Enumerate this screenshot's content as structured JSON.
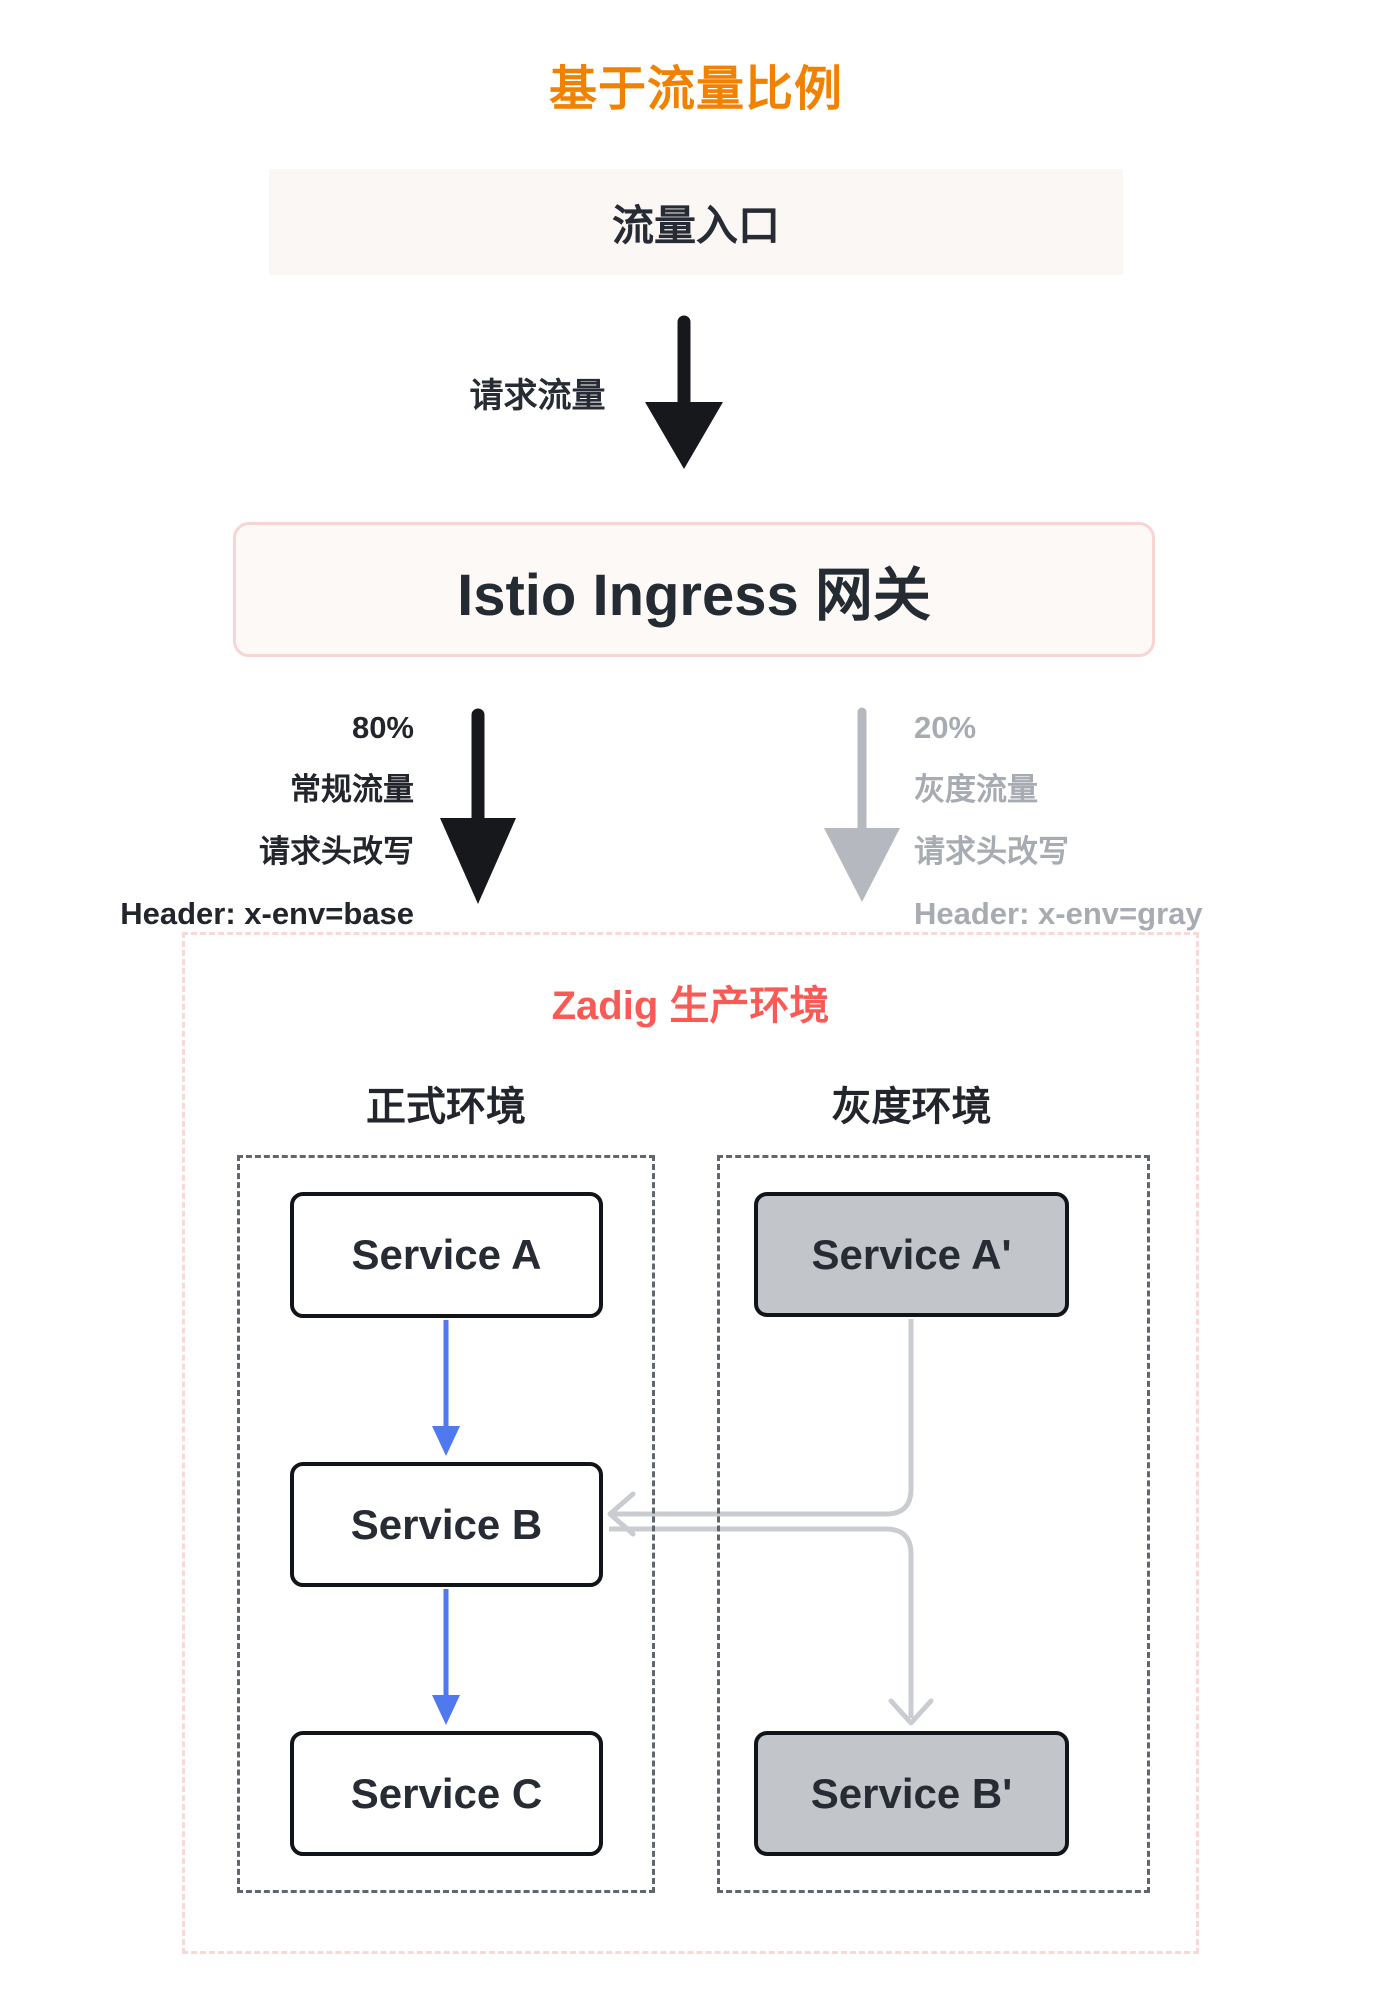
{
  "page": {
    "title": "基于流量比例"
  },
  "entry": {
    "label": "流量入口"
  },
  "flow": {
    "request_label": "请求流量"
  },
  "gateway": {
    "label": "Istio Ingress 网关"
  },
  "branches": {
    "base": {
      "percent": "80%",
      "traffic": "常规流量",
      "rewrite": "请求头改写",
      "header": "Header: x-env=base"
    },
    "gray": {
      "percent": "20%",
      "traffic": "灰度流量",
      "rewrite": "请求头改写",
      "header": "Header: x-env=gray"
    }
  },
  "production": {
    "title": "Zadig 生产环境",
    "base_env": {
      "header": "正式环境",
      "services": [
        "Service A",
        "Service B",
        "Service C"
      ]
    },
    "gray_env": {
      "header": "灰度环境",
      "services": [
        "Service A'",
        "Service B'"
      ]
    }
  },
  "colors": {
    "title_orange": "#F08200",
    "prod_title_red": "#F95A55",
    "ink": "#272B33",
    "black_arrow": "#16181C",
    "blue_arrow": "#5079F0",
    "gray_branch_arrow": "#B5B9BF",
    "gray_edge": "#C9CCD0",
    "gray_side_text": "#A7ABB2",
    "entry_bg": "#FAF7F5",
    "gateway_bg": "#FDF9F7",
    "gateway_border": "#F6D5D3",
    "outer_dash_border": "#F8D9D7",
    "inner_dash_border": "#60666E",
    "service_gray_fill": "#C2C5C9"
  }
}
